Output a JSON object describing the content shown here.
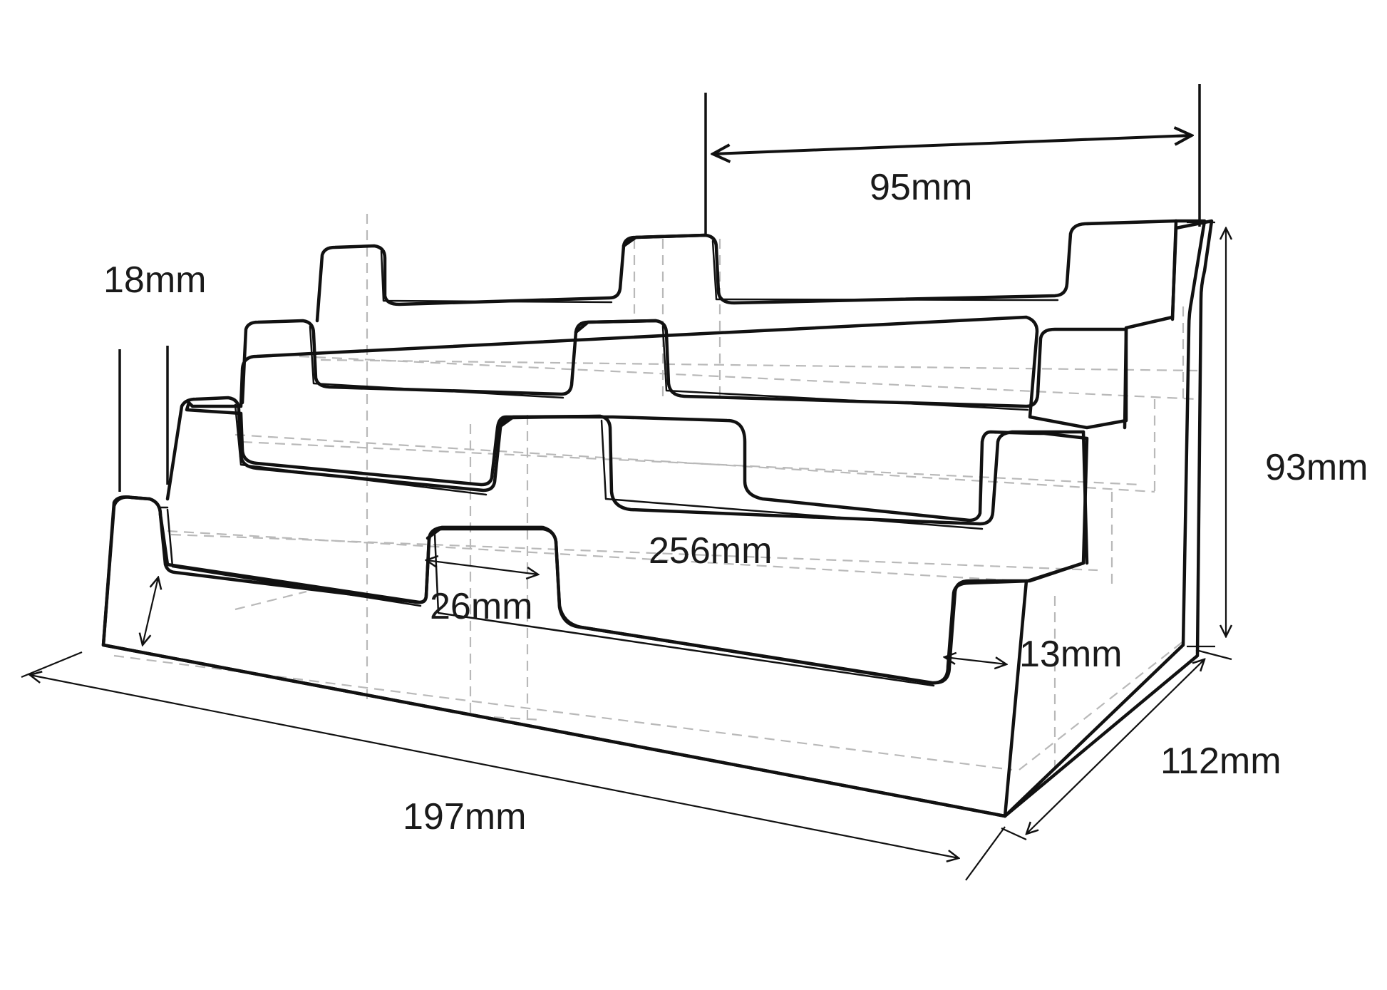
{
  "diagram": {
    "colors": {
      "outline": "#111111",
      "hidden": "#b9b9b9",
      "background": "#ffffff"
    },
    "dimensions": {
      "top_pocket_width": "95mm",
      "pocket_lip_height": "18mm",
      "total_height": "93mm",
      "inner_length": "256mm",
      "divider_gap": "26mm",
      "pocket_depth": "13mm",
      "base_depth": "112mm",
      "base_width": "197mm"
    }
  }
}
